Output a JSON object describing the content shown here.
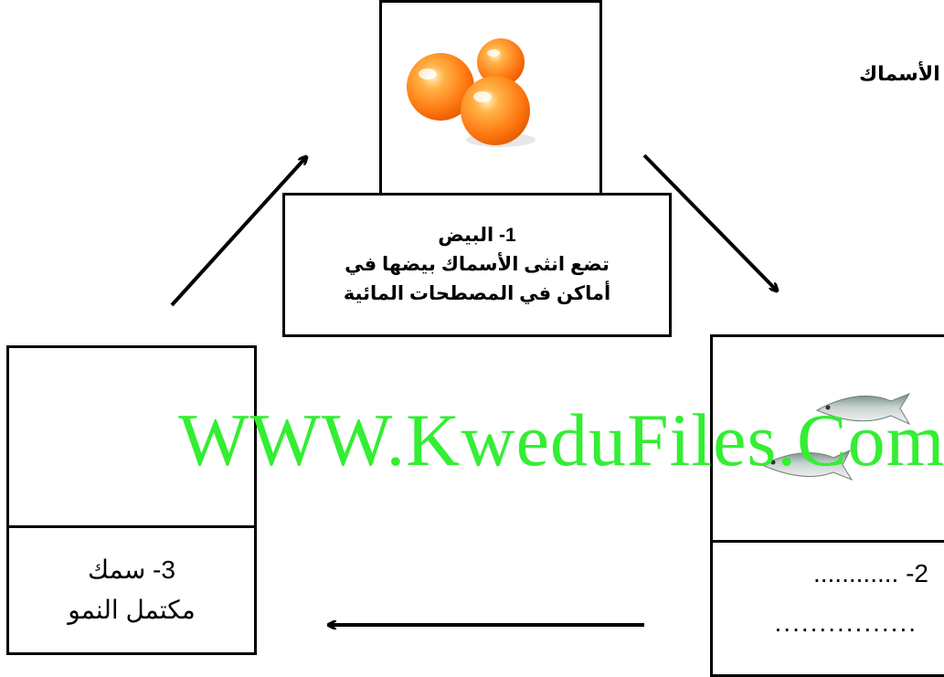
{
  "title": "الأسماك",
  "stages": {
    "eggs": {
      "title": "1- البيض",
      "line1": "تضع انثى الأسماك بيضها في",
      "line2": "أماكن في المصطحات المائية"
    },
    "young": {
      "line1": "2- ............",
      "line2": "................"
    },
    "adult": {
      "line1": "3- سمك",
      "line2": "مكتمل النمو"
    }
  },
  "watermark": "WWW.KweduFiles.Com",
  "colors": {
    "egg": "#ff7a12",
    "watermark": "#33ee33",
    "fish": "#b8c4c0"
  },
  "icons": {
    "eggs": "fish-eggs-image",
    "young": "fish-image",
    "adult": "empty-image-slot"
  }
}
